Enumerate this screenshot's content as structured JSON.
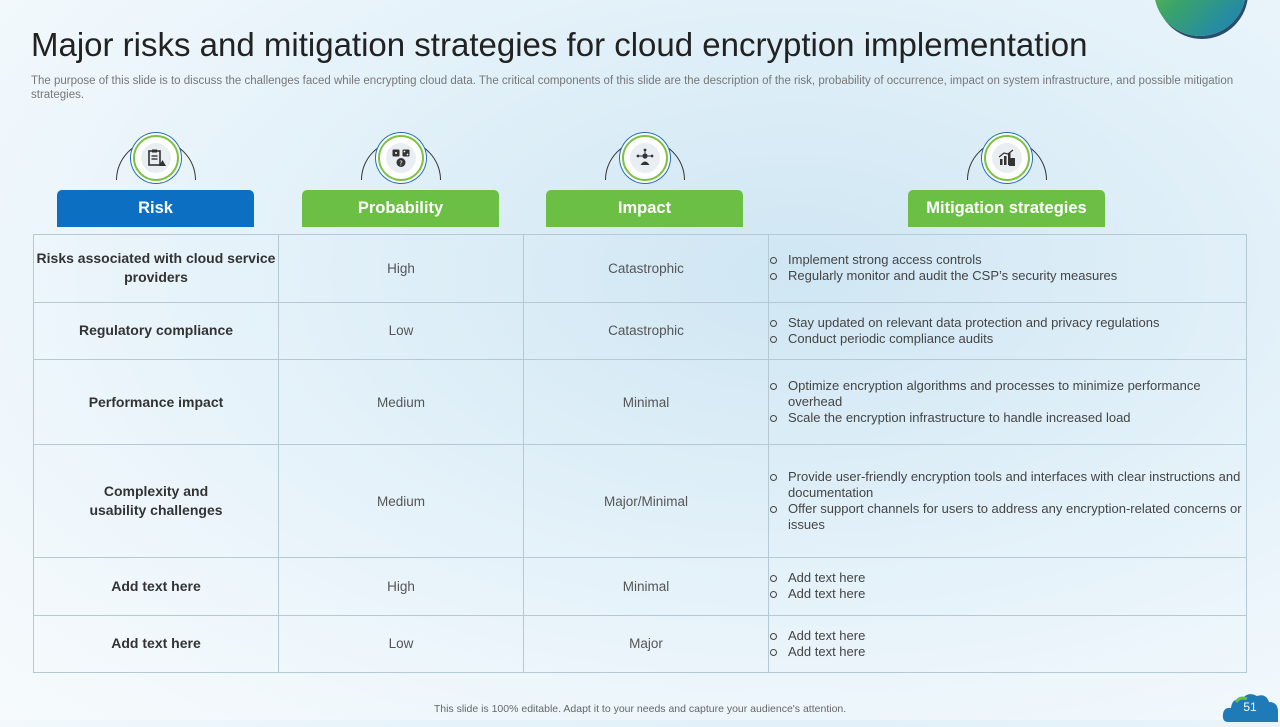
{
  "slide": {
    "title": "Major risks and mitigation strategies for cloud encryption implementation",
    "subtitle": "The purpose of this slide is to discuss the challenges faced while encrypting cloud data. The critical components of this slide are the description of the risk, probability of occurrence, impact on system infrastructure, and possible mitigation strategies.",
    "footer": "This slide is 100% editable. Adapt it to your needs and capture your audience's attention.",
    "page_number": "51"
  },
  "colors": {
    "blue": "#0c6fc2",
    "green": "#6cbf45"
  },
  "headers": {
    "risk": {
      "label": "Risk",
      "icon": "clipboard-icon"
    },
    "probability": {
      "label": "Probability",
      "icon": "dice-icon"
    },
    "impact": {
      "label": "Impact",
      "icon": "network-person-icon"
    },
    "mitigation": {
      "label": "Mitigation strategies",
      "icon": "growth-hand-icon"
    }
  },
  "rows": [
    {
      "risk": "Risks associated with cloud service providers",
      "probability": "High",
      "impact": "Catastrophic",
      "mitigation": [
        "Implement strong access controls",
        "Regularly monitor and audit the CSP’s security measures"
      ]
    },
    {
      "risk": "Regulatory compliance",
      "probability": "Low",
      "impact": "Catastrophic",
      "mitigation": [
        "Stay updated on relevant data protection and privacy regulations",
        "Conduct periodic compliance audits"
      ]
    },
    {
      "risk": "Performance impact",
      "probability": "Medium",
      "impact": "Minimal",
      "mitigation": [
        "Optimize encryption algorithms and processes to minimize performance overhead",
        "Scale the encryption infrastructure to handle increased load"
      ]
    },
    {
      "risk": "Complexity and usability challenges",
      "probability": "Medium",
      "impact": "Major/Minimal",
      "mitigation": [
        "Provide user-friendly encryption tools and interfaces with clear instructions and documentation",
        "Offer support channels for users to address any encryption-related concerns or issues"
      ]
    },
    {
      "risk": "Add text here",
      "probability": "High",
      "impact": "Minimal",
      "mitigation": [
        "Add text here",
        "Add text here"
      ]
    },
    {
      "risk": "Add text here",
      "probability": "Low",
      "impact": "Major",
      "mitigation": [
        "Add text here",
        "Add text here"
      ]
    }
  ]
}
